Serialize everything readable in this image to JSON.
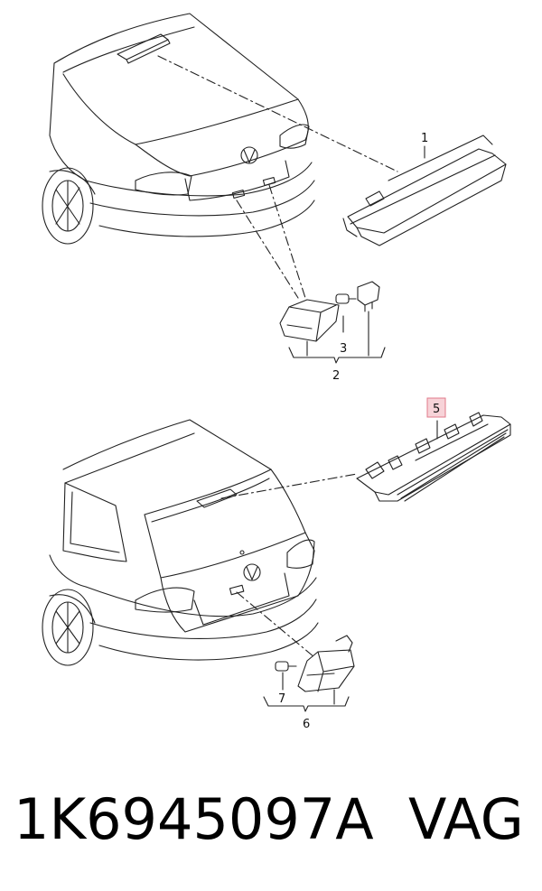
{
  "diagram": {
    "callouts": [
      {
        "id": "1",
        "label": "1"
      },
      {
        "id": "2",
        "label": "2"
      },
      {
        "id": "3",
        "label": "3"
      },
      {
        "id": "5",
        "label": "5"
      },
      {
        "id": "6",
        "label": "6"
      },
      {
        "id": "7",
        "label": "7"
      }
    ],
    "highlight_color": "#e07a8a",
    "highlight_fill": "#f7d3d8"
  },
  "footer": {
    "part_number": "1K6945097A",
    "brand": "VAG"
  }
}
